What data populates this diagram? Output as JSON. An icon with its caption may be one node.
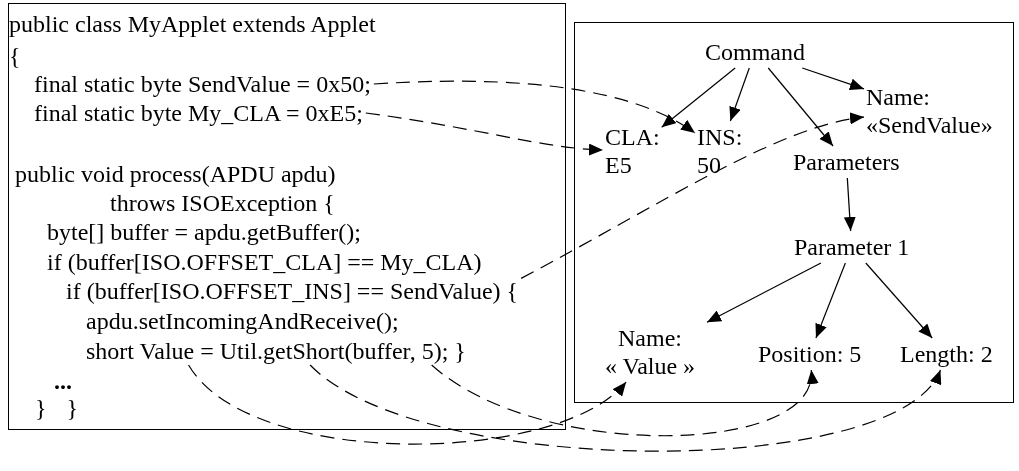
{
  "diagram": {
    "nodes": [
      {
        "text": [],
        "shape": "box"
      },
      {
        "text": [
          "public class MyApplet extends Applet"
        ],
        "in": 0
      },
      {
        "text": [
          "{"
        ],
        "in": 0
      },
      {
        "text": [
          "final static byte SendValue = 0x50;"
        ],
        "in": 0
      },
      {
        "text": [
          "final static byte My_CLA = 0xE5;"
        ],
        "in": 0
      },
      {
        "text": [
          "public void process(APDU apdu)"
        ],
        "in": 0
      },
      {
        "text": [
          "throws ISOException {"
        ],
        "in": 0
      },
      {
        "text": [
          "byte[] buffer = apdu.getBuffer();"
        ],
        "in": 0
      },
      {
        "text": [
          "if (buffer[ISO.OFFSET_CLA] == My_CLA)"
        ],
        "in": 0
      },
      {
        "text": [
          "if (buffer[ISO.OFFSET_INS] == SendValue) {"
        ],
        "in": 0
      },
      {
        "text": [
          "apdu.setIncomingAndReceive();"
        ],
        "in": 0
      },
      {
        "text": [
          "short Value = Util.getShort(buffer, 5); }"
        ],
        "in": 0
      },
      {
        "text": [
          "..."
        ],
        "in": 0
      },
      {
        "text": [
          "} }"
        ],
        "in": 0
      },
      {
        "text": [],
        "shape": "box"
      },
      {
        "text": [
          "Command"
        ],
        "in": 14
      },
      {
        "text": [
          "CLA: E5"
        ],
        "in": 14
      },
      {
        "text": [
          "INS: 50"
        ],
        "in": 14
      },
      {
        "text": [
          "Name: «SendValue»"
        ],
        "in": 14
      },
      {
        "text": [
          "Parameters"
        ],
        "in": 14
      },
      {
        "text": [
          "Parameter 1"
        ],
        "in": 14
      },
      {
        "text": [
          "Name: « Value »"
        ],
        "in": 14
      },
      {
        "text": [
          "Position: 5"
        ],
        "in": 14
      },
      {
        "text": [
          "Length: 2"
        ],
        "in": 14
      }
    ],
    "edges": [
      {
        "from": 15,
        "to": 16,
        "arrow": "to"
      },
      {
        "from": 15,
        "to": 17,
        "arrow": "to"
      },
      {
        "from": 15,
        "to": 19,
        "arrow": "to"
      },
      {
        "from": 15,
        "to": 18,
        "arrow": "to"
      },
      {
        "from": 19,
        "to": 20,
        "arrow": "to"
      },
      {
        "from": 20,
        "to": 21,
        "arrow": "to"
      },
      {
        "from": 20,
        "to": 22,
        "arrow": "to"
      },
      {
        "from": 20,
        "to": 23,
        "arrow": "to"
      },
      {
        "from": 3,
        "to": 17,
        "arrow": "to",
        "style": "dashed"
      },
      {
        "from": 4,
        "to": 16,
        "arrow": "to",
        "style": "dashed"
      },
      {
        "from": 9,
        "to": 18,
        "arrow": "to",
        "style": "dashed"
      },
      {
        "from": 11,
        "to": 21,
        "arrow": "to",
        "style": "dashed"
      },
      {
        "from": 11,
        "to": 23,
        "arrow": "to",
        "style": "dashed"
      },
      {
        "from": 11,
        "to": 22,
        "arrow": "to",
        "style": "dashed"
      }
    ]
  }
}
